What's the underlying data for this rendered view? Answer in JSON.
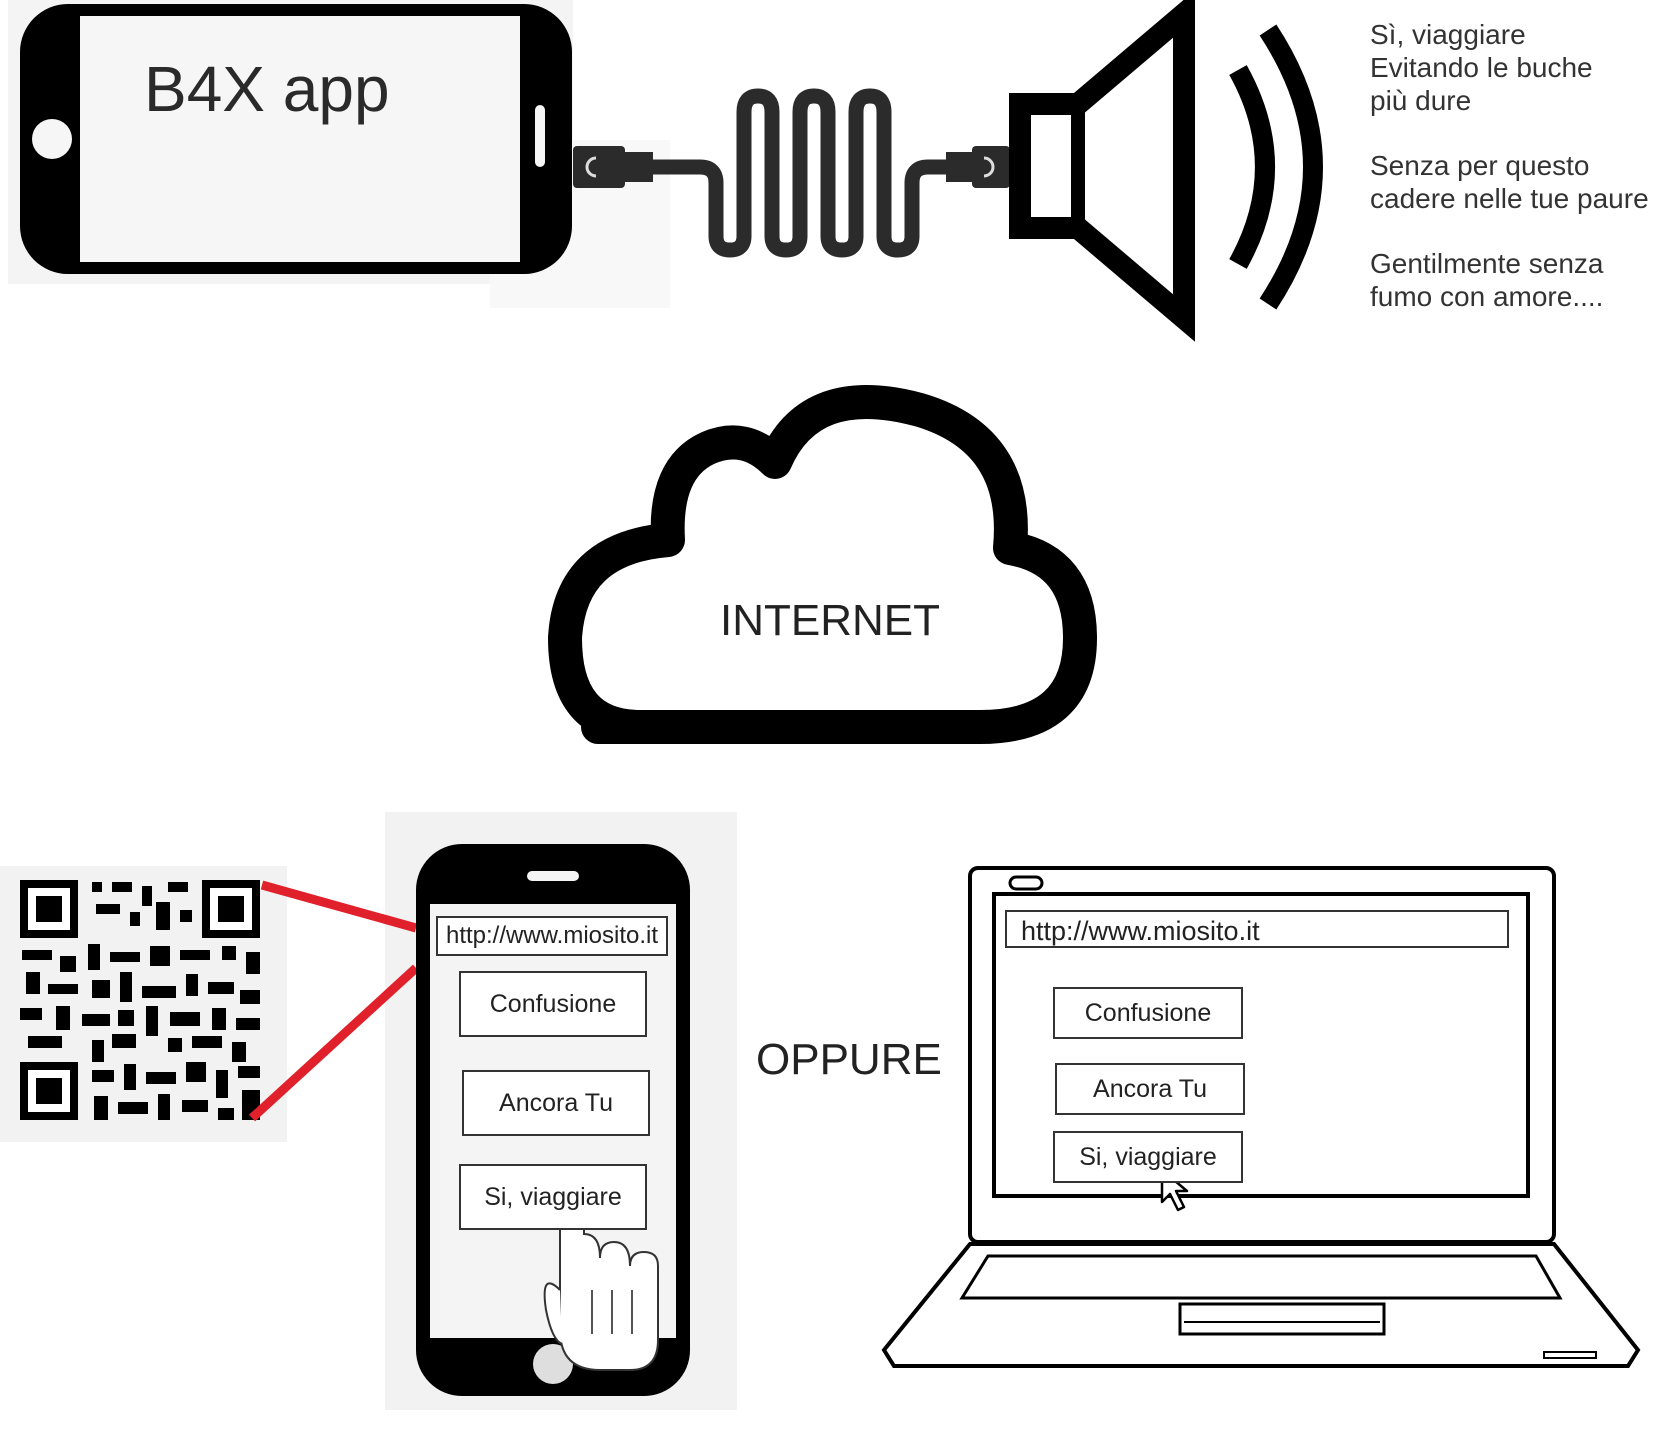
{
  "top": {
    "phone_label": "B4X app",
    "lyrics": [
      [
        "Sì, viaggiare",
        "Evitando le buche",
        "più dure"
      ],
      [
        "Senza per questo",
        "cadere nelle tue paure"
      ],
      [
        "Gentilmente senza",
        "fumo con amore...."
      ]
    ]
  },
  "cloud": {
    "label": "INTERNET"
  },
  "mobile": {
    "url": "http://www.miosito.it",
    "buttons": [
      "Confusione",
      "Ancora Tu",
      "Si, viaggiare"
    ]
  },
  "separator": {
    "label": "OPPURE"
  },
  "laptop": {
    "url": "http://www.miosito.it",
    "buttons": [
      "Confusione",
      "Ancora Tu",
      "Si, viaggiare"
    ]
  },
  "colors": {
    "qr_link": "#e0202a",
    "stroke": "#000000",
    "phone_screen": "#f6f6f6"
  },
  "icons": [
    "phone-icon",
    "usb-cable-icon",
    "speaker-icon",
    "cloud-icon",
    "qr-code-icon",
    "hand-pointer-icon",
    "laptop-icon",
    "mouse-cursor-icon"
  ]
}
